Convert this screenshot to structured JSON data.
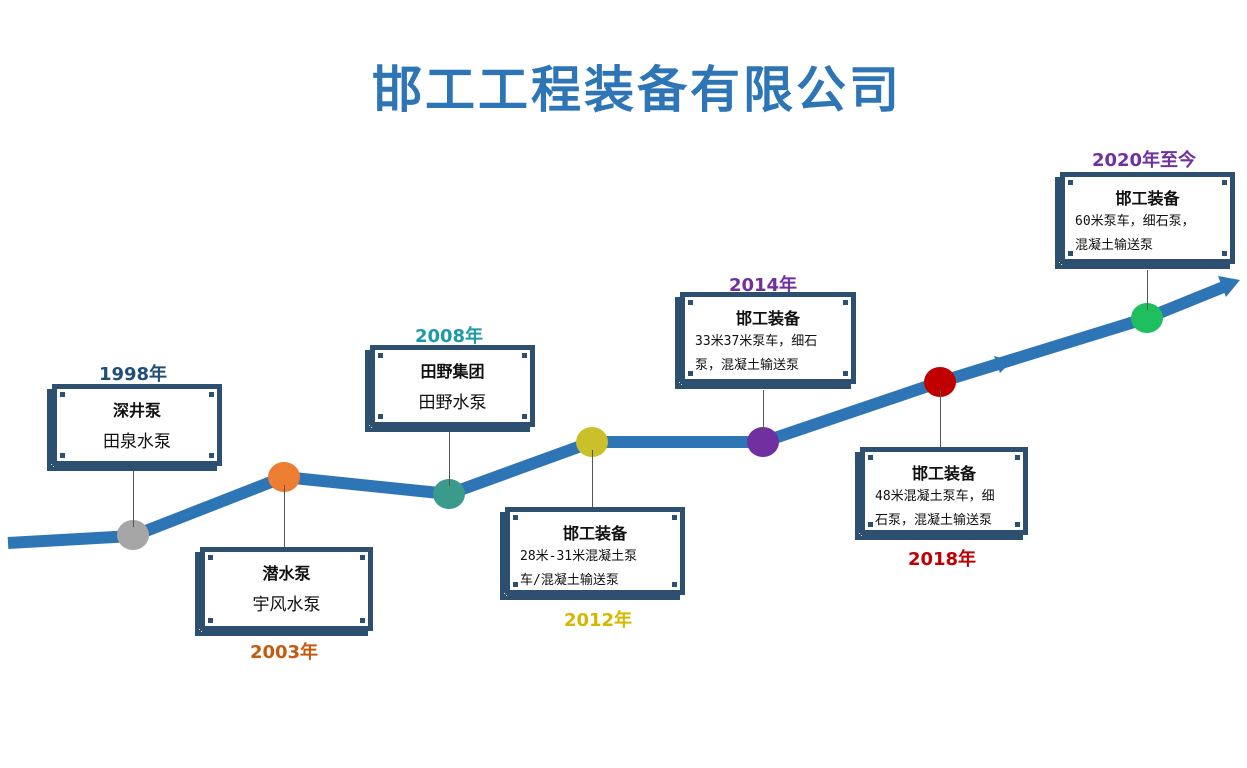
{
  "title": "邯工工程装备有限公司",
  "colors": {
    "line": "#2e75b6",
    "frame": "#2e5070"
  },
  "events": [
    {
      "year": "1998年",
      "year_color": "#1f4e79",
      "node_color": "#a6a6a6",
      "heading": "深井泵",
      "lines": [
        "田泉水泵"
      ]
    },
    {
      "year": "2003年",
      "year_color": "#c55a11",
      "node_color": "#ed7d31",
      "heading": "潜水泵",
      "lines": [
        "宇风水泵"
      ]
    },
    {
      "year": "2008年",
      "year_color": "#1b9aaa",
      "node_color": "#3a9a8c",
      "heading": "田野集团",
      "lines": [
        "田野水泵"
      ]
    },
    {
      "year": "2012年",
      "year_color": "#d4b800",
      "node_color": "#c9c02a",
      "heading": "邯工装备",
      "lines": [
        "28米-31米混凝土泵",
        "车/混凝土输送泵"
      ]
    },
    {
      "year": "2014年",
      "year_color": "#7030a0",
      "node_color": "#7030a0",
      "heading": "邯工装备",
      "lines": [
        "33米37米泵车，细石",
        "泵，混凝土输送泵"
      ]
    },
    {
      "year": "2018年",
      "year_color": "#c00000",
      "node_color": "#c00000",
      "heading": "邯工装备",
      "lines": [
        "48米混凝土泵车，细",
        "石泵，混凝土输送泵"
      ]
    },
    {
      "year": "2020年至今",
      "year_color": "#7030a0",
      "node_color": "#1fbf5f",
      "heading": "邯工装备",
      "lines": [
        "60米泵车，细石泵，",
        "混凝土输送泵"
      ]
    }
  ]
}
